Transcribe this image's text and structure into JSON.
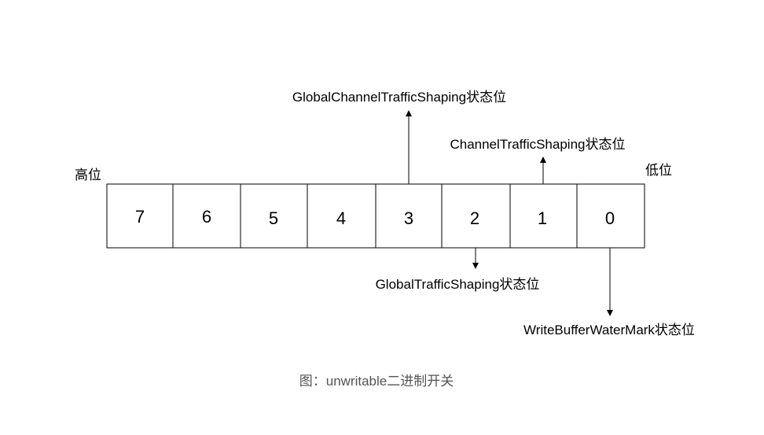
{
  "labels": {
    "high": "高位",
    "low": "低位"
  },
  "cells": [
    "7",
    "6",
    "5",
    "4",
    "3",
    "2",
    "1",
    "0"
  ],
  "annotations": {
    "global_channel": "GlobalChannelTrafficShaping状态位",
    "channel": "ChannelTrafficShaping状态位",
    "global": "GlobalTrafficShaping状态位",
    "write_buffer": "WriteBufferWaterMark状态位"
  },
  "caption": "图：unwritable二进制开关",
  "colors": {
    "stroke": "#000000",
    "caption": "#555555"
  }
}
